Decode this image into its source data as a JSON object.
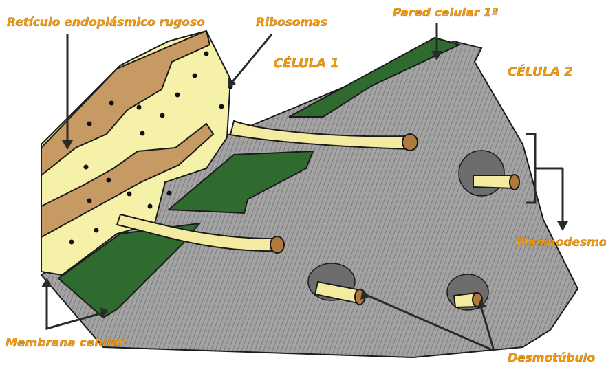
{
  "labels": {
    "reticulo": "Retículo endoplásmico rugoso",
    "ribosomas": "Ribosomas",
    "pared": "Pared celular 1ª",
    "celula1": "CÉLULA 1",
    "celula2": "CÉLULA 2",
    "plasmodesmo": "Plasmodesmo",
    "membrana": "Membrana celular",
    "desmotubulo": "Desmotúbulo"
  },
  "colors": {
    "label_text": "#f59a0c",
    "cell_wall": "#2f6b2f",
    "cytoplasm": "#f6f1a8",
    "reticulum": "#c79a63",
    "cell2_body": "#9a9a9a"
  }
}
